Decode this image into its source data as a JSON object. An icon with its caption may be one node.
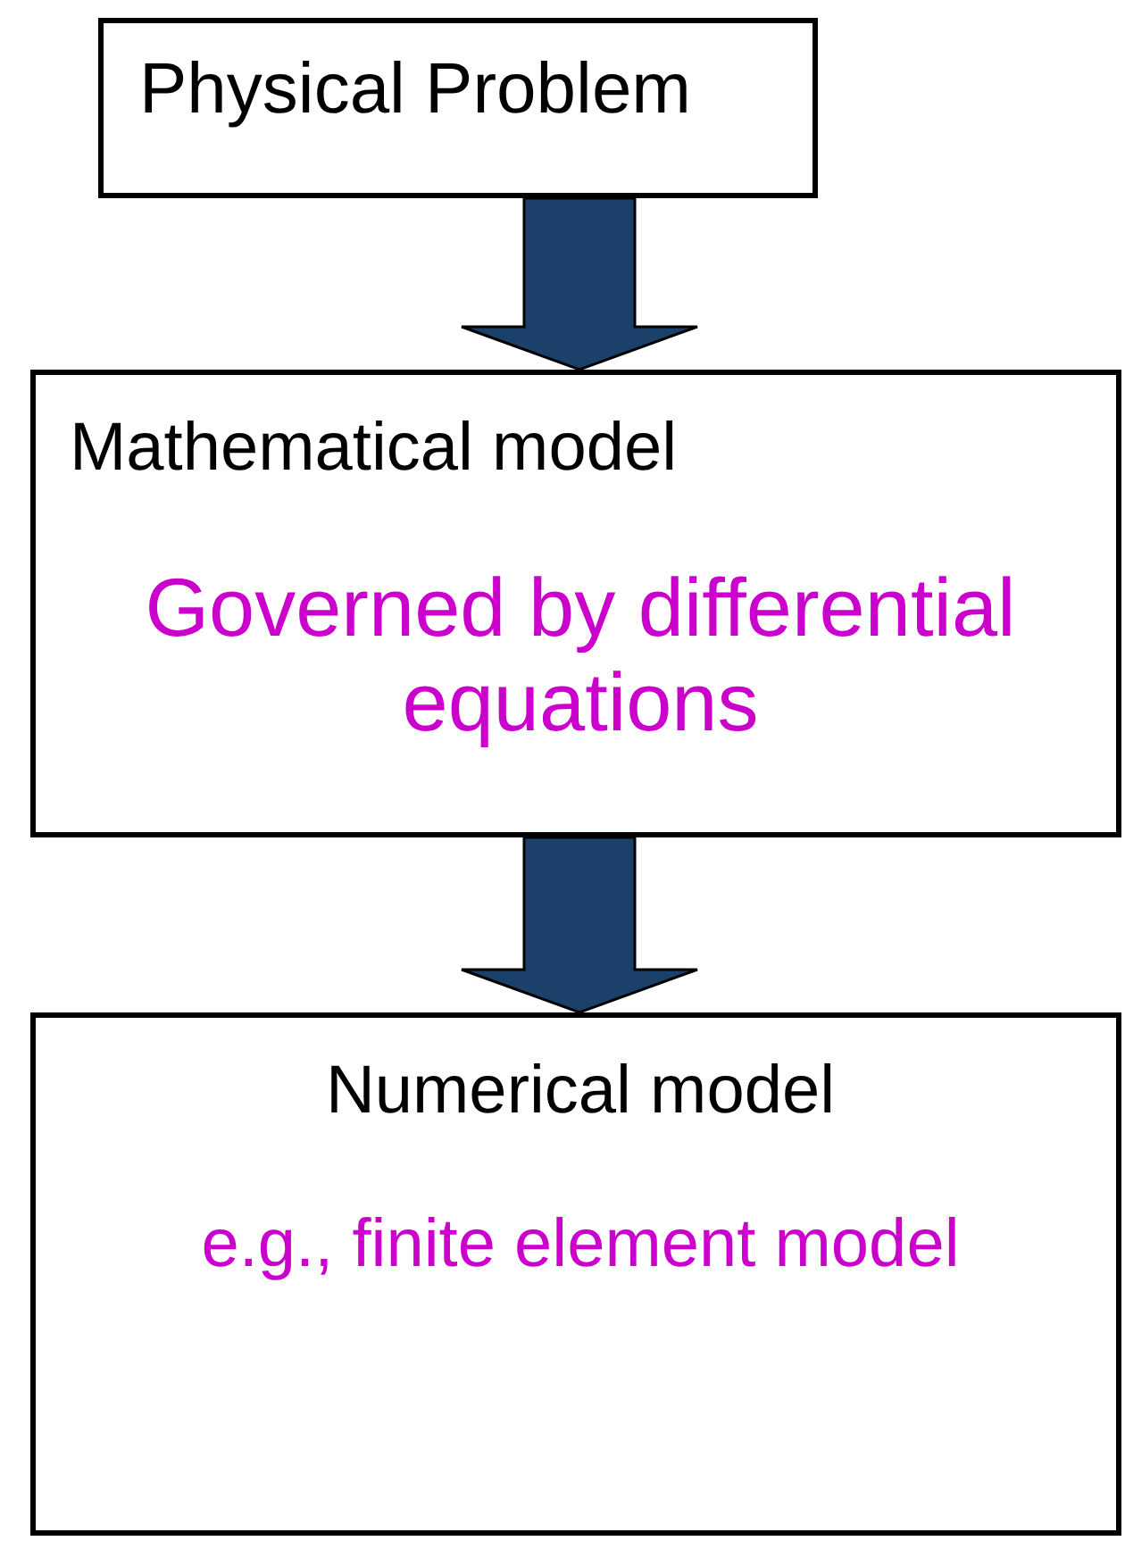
{
  "diagram": {
    "nodes": [
      {
        "text": [
          "Physical Problem"
        ]
      },
      {
        "text": [
          "Mathematical model",
          "Governed by differential equations"
        ]
      },
      {
        "text": [
          "Numerical model",
          "e.g., finite element model"
        ]
      }
    ],
    "edges": [
      {
        "from": 0,
        "to": 1,
        "arrow": "to"
      },
      {
        "from": 1,
        "to": 2,
        "arrow": "to"
      }
    ]
  }
}
